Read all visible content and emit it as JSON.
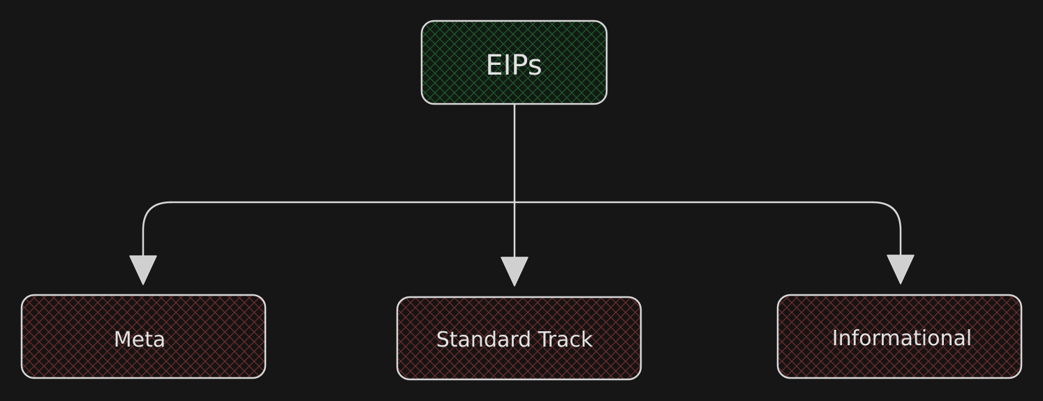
{
  "diagram": {
    "type": "tree",
    "background": "#161616",
    "stroke_color": "#d8d8d8",
    "root": {
      "label": "EIPs",
      "fill_hatch_color": "#1f5a2a",
      "fill_base": "#0f1f12"
    },
    "children": [
      {
        "label": "Meta"
      },
      {
        "label": "Standard Track"
      },
      {
        "label": "Informational"
      }
    ],
    "child_fill_hatch_color": "#6a2e2e",
    "child_fill_base": "#181212",
    "edges": [
      {
        "from": "EIPs",
        "to": "Meta"
      },
      {
        "from": "EIPs",
        "to": "Standard Track"
      },
      {
        "from": "EIPs",
        "to": "Informational"
      }
    ]
  }
}
